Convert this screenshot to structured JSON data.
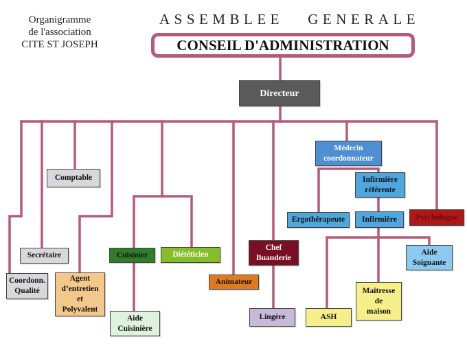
{
  "header": {
    "org_title_lines": [
      "Organigramme",
      "de l'association",
      "CITE ST JOSEPH"
    ],
    "assembly": "ASSEMBLEE   GENERALE",
    "board": "CONSEIL D'ADMINISTRATION"
  },
  "colors": {
    "connector": "#b65a7a",
    "board_border": "#b65a7a"
  },
  "nodes": {
    "directeur": {
      "label": "Directeur",
      "bg": "#5a5a5a",
      "fg": "#ffffff"
    },
    "comptable": {
      "label": "Comptable",
      "bg": "#d8d8dc",
      "fg": "#111111"
    },
    "secretaire": {
      "label": "Secrétaire",
      "bg": "#d8d8dc",
      "fg": "#111111"
    },
    "coord_qualite": {
      "label": "Coordonn.\nQualité",
      "bg": "#d8d8dc",
      "fg": "#111111"
    },
    "agent_entretien": {
      "label": "Agent\nd’entretien\net\nPolyvalent",
      "bg": "#f2c98a",
      "fg": "#111111"
    },
    "cuisinier": {
      "label": "Cuisinier",
      "bg": "#2f7d2a",
      "fg": "#111111"
    },
    "dieteticien": {
      "label": "Diététicien",
      "bg": "#86bd2a",
      "fg": "#ffffff"
    },
    "aide_cuisiniere": {
      "label": "Aide\nCuisinière",
      "bg": "#def2dd",
      "fg": "#111111"
    },
    "animateur": {
      "label": "Animateur",
      "bg": "#e07a1e",
      "fg": "#111111"
    },
    "chef_buanderie": {
      "label": "Chef\nBuanderie",
      "bg": "#7a0f24",
      "fg": "#ffffff"
    },
    "lingere": {
      "label": "Lingère",
      "bg": "#c8b9d8",
      "fg": "#111111"
    },
    "medecin": {
      "label": "Médecin\ncoordonnateur",
      "bg": "#4d8fd0",
      "fg": "#ffffff"
    },
    "infirmiere_referente": {
      "label": "Infirmière\nréférente",
      "bg": "#4ea7df",
      "fg": "#111111"
    },
    "ergotherapeute": {
      "label": "Ergothérapeute",
      "bg": "#4ea7df",
      "fg": "#111111"
    },
    "infirmiere": {
      "label": "Infirmière",
      "bg": "#4ea7df",
      "fg": "#111111"
    },
    "psychologue": {
      "label": "Psychologue",
      "bg": "#b01818",
      "fg": "#6a0a0a"
    },
    "aide_soignante": {
      "label": "Aide\nSoignante",
      "bg": "#8ccaf0",
      "fg": "#111111"
    },
    "maitresse_maison": {
      "label": "Maitresse\nde\nmaison",
      "bg": "#f7f08a",
      "fg": "#111111"
    },
    "ash": {
      "label": "ASH",
      "bg": "#f7f08a",
      "fg": "#111111"
    }
  }
}
